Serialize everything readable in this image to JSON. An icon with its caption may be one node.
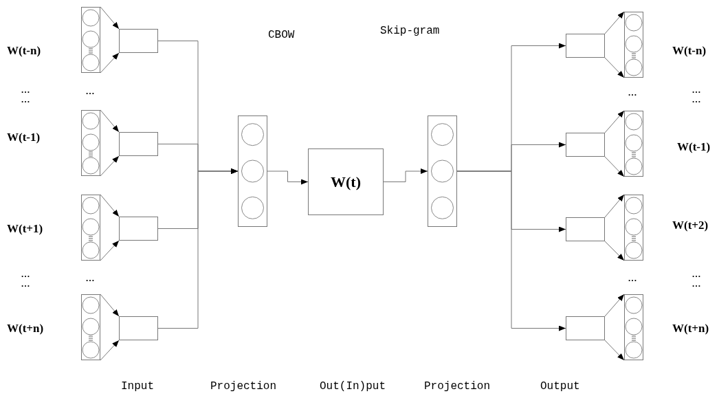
{
  "diagram": {
    "nodes": [
      {
        "text": [],
        "shape": "box",
        "beside": [
          "W(t-n)"
        ]
      },
      {
        "text": [],
        "shape": "box",
        "beside": [
          "W(t-1)"
        ]
      },
      {
        "text": [],
        "shape": "box",
        "beside": [
          "W(t+1)"
        ]
      },
      {
        "text": [],
        "shape": "box",
        "beside": [
          "W(t+n)"
        ]
      },
      {
        "text": [],
        "shape": "box"
      },
      {
        "text": [],
        "shape": "box"
      },
      {
        "text": [],
        "shape": "box"
      },
      {
        "text": [],
        "shape": "box"
      },
      {
        "text": [],
        "shape": "box"
      },
      {
        "text": [
          "W(t)"
        ]
      },
      {
        "text": [],
        "shape": "box"
      },
      {
        "text": [],
        "shape": "box"
      },
      {
        "text": [],
        "shape": "box"
      },
      {
        "text": [],
        "shape": "box"
      },
      {
        "text": [],
        "shape": "box"
      },
      {
        "text": [],
        "shape": "box",
        "beside": [
          "W(t-n)"
        ]
      },
      {
        "text": [],
        "shape": "box",
        "beside": [
          "W(t-1)"
        ]
      },
      {
        "text": [],
        "shape": "box",
        "beside": [
          "W(t+2)"
        ]
      },
      {
        "text": [],
        "shape": "box",
        "beside": [
          "W(t+n)"
        ]
      }
    ],
    "edges": [
      {
        "from": 0,
        "to": 4,
        "arrow": "to"
      },
      {
        "from": 0,
        "to": 4,
        "arrow": "to"
      },
      {
        "from": 1,
        "to": 5,
        "arrow": "to"
      },
      {
        "from": 1,
        "to": 5,
        "arrow": "to"
      },
      {
        "from": 2,
        "to": 6,
        "arrow": "to"
      },
      {
        "from": 2,
        "to": 6,
        "arrow": "to"
      },
      {
        "from": 3,
        "to": 7,
        "arrow": "to"
      },
      {
        "from": 3,
        "to": 7,
        "arrow": "to"
      },
      {
        "from": 4,
        "to": 8,
        "arrow": "to"
      },
      {
        "from": 5,
        "to": 8,
        "arrow": "to"
      },
      {
        "from": 6,
        "to": 8,
        "arrow": "to"
      },
      {
        "from": 7,
        "to": 8,
        "arrow": "to"
      },
      {
        "from": 8,
        "to": 9,
        "arrow": "to"
      },
      {
        "from": 9,
        "to": 10,
        "arrow": "to"
      },
      {
        "from": 10,
        "to": 11,
        "arrow": "to"
      },
      {
        "from": 10,
        "to": 12,
        "arrow": "to"
      },
      {
        "from": 10,
        "to": 13,
        "arrow": "to"
      },
      {
        "from": 10,
        "to": 14,
        "arrow": "to"
      },
      {
        "from": 11,
        "to": 15,
        "arrow": "to"
      },
      {
        "from": 11,
        "to": 15,
        "arrow": "to"
      },
      {
        "from": 12,
        "to": 16,
        "arrow": "to"
      },
      {
        "from": 12,
        "to": 16,
        "arrow": "to"
      },
      {
        "from": 13,
        "to": 17,
        "arrow": "to"
      },
      {
        "from": 13,
        "to": 17,
        "arrow": "to"
      },
      {
        "from": 14,
        "to": 18,
        "arrow": "to"
      },
      {
        "from": 14,
        "to": 18,
        "arrow": "to"
      }
    ],
    "labels": [
      "CBOW",
      "Skip-gram",
      "… …",
      "…",
      "…",
      "… …",
      "… …",
      "…",
      "…",
      "… …",
      "Input",
      "Projection",
      "Out(In)put",
      "Projection",
      "Output"
    ]
  }
}
